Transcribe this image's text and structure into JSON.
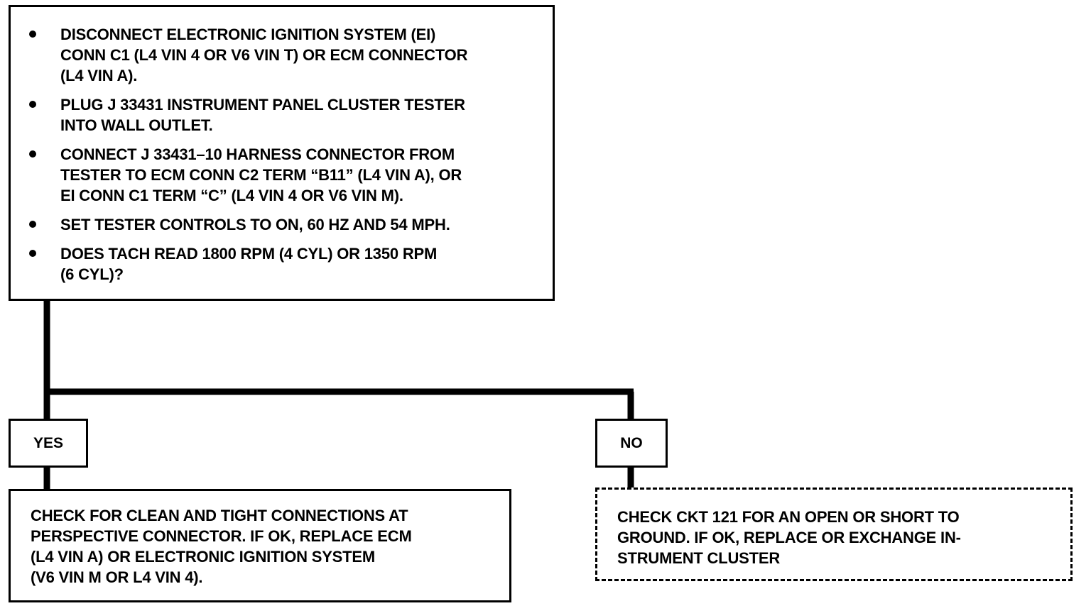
{
  "steps": [
    {
      "text": "DISCONNECT ELECTRONIC IGNITION SYSTEM (EI)\nCONN C1 (L4 VIN 4 OR V6 VIN T) OR ECM CONNECTOR\n(L4 VIN A)."
    },
    {
      "text": "PLUG J 33431 INSTRUMENT PANEL CLUSTER TESTER\nINTO WALL OUTLET."
    },
    {
      "text": "CONNECT J 33431–10 HARNESS CONNECTOR FROM\nTESTER TO ECM CONN C2 TERM “B11” (L4 VIN A), OR\nEI CONN C1 TERM “C” (L4 VIN 4 OR V6 VIN M)."
    },
    {
      "text": "SET TESTER CONTROLS TO ON, 60 HZ AND 54 MPH."
    },
    {
      "text": "DOES TACH READ 1800 RPM (4 CYL) OR 1350 RPM\n(6 CYL)?"
    }
  ],
  "branches": {
    "yes": {
      "label": "YES",
      "result": "CHECK FOR CLEAN AND TIGHT CONNECTIONS AT\nPERSPECTIVE CONNECTOR.  IF OK, REPLACE ECM\n(L4 VIN A) OR ELECTRONIC IGNITION SYSTEM\n(V6 VIN M OR L4 VIN 4)."
    },
    "no": {
      "label": "NO",
      "result": "CHECK CKT 121 FOR AN OPEN OR SHORT TO\nGROUND.  IF OK, REPLACE OR EXCHANGE IN-\nSTRUMENT CLUSTER"
    }
  },
  "colors": {
    "line": "#000000",
    "background": "#ffffff"
  }
}
